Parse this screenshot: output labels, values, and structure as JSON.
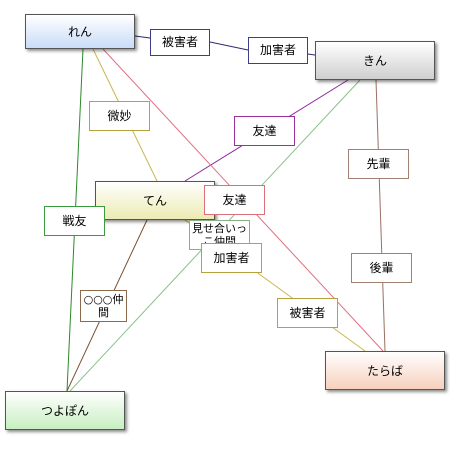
{
  "nodes": {
    "ren": "れん",
    "kin": "きん",
    "ten": "てん",
    "tarabaa": "たらば",
    "tsuyoponn": "つよぽん"
  },
  "edge_labels": {
    "ren_kin_victim": "被害者",
    "ren_kin_assailant": "加害者",
    "ren_ten": "微妙",
    "kin_ten": "友達",
    "kin_tarabaa_senior": "先輩",
    "kin_tarabaa_junior": "後輩",
    "ren_tarabaa": "友達",
    "ren_tsuyoponn": "戦友",
    "kin_tsuyoponn": "見せ合いっこ仲間",
    "ten_tarabaa_assailant": "加害者",
    "ten_tarabaa_victim": "被害者",
    "ten_tsuyoponn": "○○○仲間"
  },
  "colors": {
    "ren_kin": "#2a2a6e",
    "ren_ten": "#c8b850",
    "kin_ten": "#8a2a9a",
    "kin_tarabaa": "#9a7060",
    "ren_tarabaa": "#e07080",
    "ren_tsuyoponn": "#2a8a2a",
    "kin_tsuyoponn": "#8ac08a",
    "ten_tarabaa": "#c8b850",
    "ten_tsuyoponn": "#7a5030"
  }
}
